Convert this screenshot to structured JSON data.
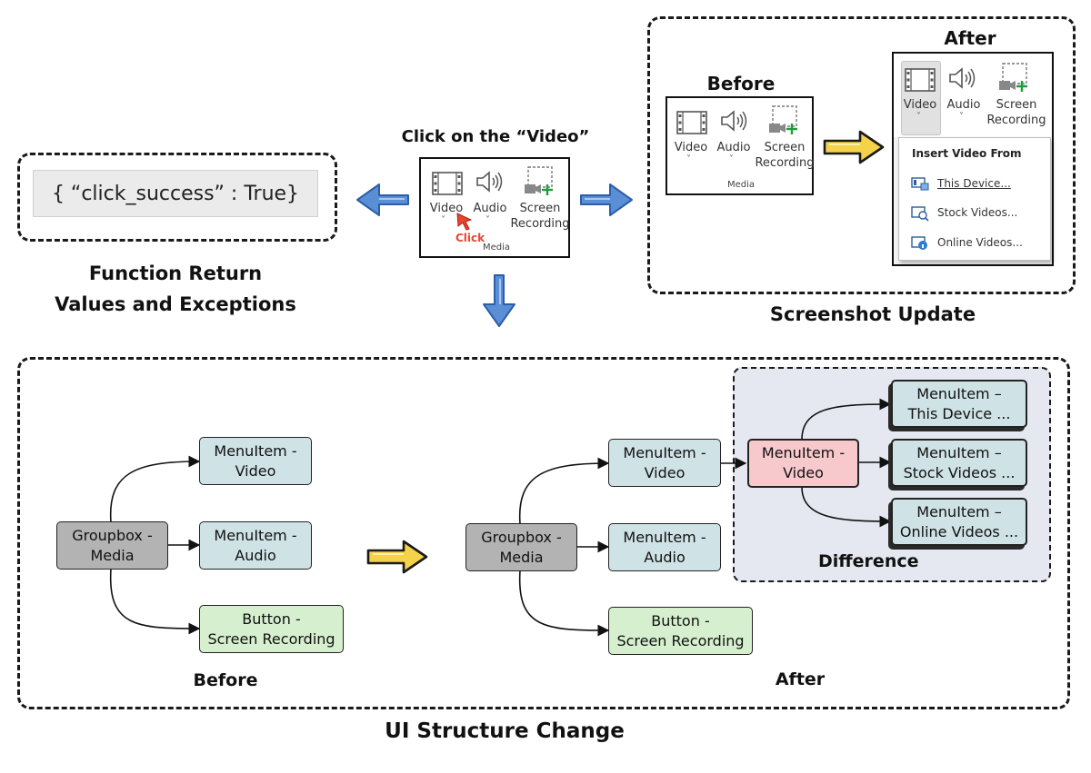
{
  "top": {
    "click_title": "Click on the “Video”",
    "return_value": "{ “click_success” : True}",
    "return_caption": "Function Return\nValues and Exceptions",
    "screenshot_caption": "Screenshot Update",
    "before_label": "Before",
    "after_label": "After"
  },
  "ribbon": {
    "video": "Video",
    "audio": "Audio",
    "screen_recording": "Screen\nRecording",
    "group": "Media",
    "click": "Click",
    "chevron": "˅"
  },
  "dropdown": {
    "header": "Insert Video From",
    "items": [
      "This Device...",
      "Stock Videos...",
      "Online Videos..."
    ]
  },
  "tree": {
    "caption": "UI Structure Change",
    "before_label": "Before",
    "after_label": "After",
    "difference_label": "Difference",
    "groupbox": "Groupbox -\nMedia",
    "menu_video": "MenuItem -\nVideo",
    "menu_audio": "MenuItem -\nAudio",
    "button_screen": "Button  -\nScreen Recording",
    "new_items": [
      "MenuItem  –\nThis Device ...",
      "MenuItem  –\nStock Videos ...",
      "MenuItem  –\nOnline Videos ..."
    ]
  },
  "colors": {
    "blue_arrow": "#5a8fd6",
    "yellow_arrow": "#f6d24a",
    "menu_blue": "#cfe3e6",
    "button_green": "#d6f0cf",
    "groupbox_gray": "#b3b3b3",
    "highlight_pink": "#f7c9cd",
    "difference_bg": "#e5e8f0",
    "click_red": "#e8452f"
  }
}
